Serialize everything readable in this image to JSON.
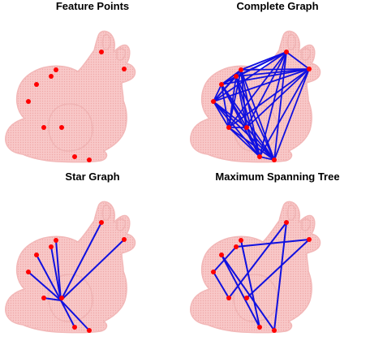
{
  "panels": [
    {
      "title": "Feature Points",
      "graph": "none"
    },
    {
      "title": "Complete Graph",
      "graph": "complete"
    },
    {
      "title": "Star Graph",
      "graph": "star",
      "hub": 7
    },
    {
      "title": "Maximum Spanning Tree",
      "graph": "tree"
    }
  ],
  "colors": {
    "mesh_fill": "#f8c8c8",
    "mesh_dot": "#f0a8a8",
    "point": "#ff0000",
    "edge": "#1010e0"
  },
  "icons": [
    "stanford-bunny-point-cloud"
  ]
}
